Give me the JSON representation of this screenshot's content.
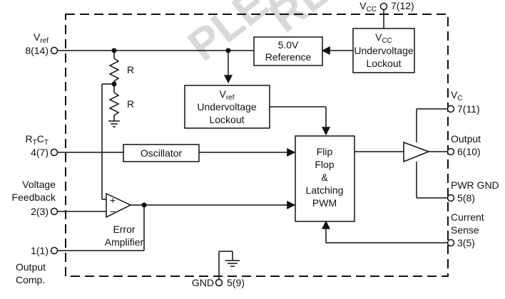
{
  "watermark": {
    "line1": "PLEASE",
    "line2": "REF"
  },
  "pins": {
    "vcc": {
      "name": "VCC",
      "name_main": "V",
      "name_sub": "CC",
      "number": "7(12)"
    },
    "vref": {
      "name": "Vref",
      "name_main": "V",
      "name_sub": "ref",
      "number": "8(14)"
    },
    "rtct": {
      "name": "RTCT",
      "r": "R",
      "r_sub": "T",
      "c": "C",
      "c_sub": "T",
      "number": "4(7)"
    },
    "voltage_feedback": {
      "line1": "Voltage",
      "line2": "Feedback",
      "number": "2(3)"
    },
    "output_comp": {
      "number": "1(1)",
      "line1": "Output",
      "line2": "Comp."
    },
    "vc": {
      "name": "VC",
      "name_main": "V",
      "name_sub": "C",
      "number": "7(11)"
    },
    "output": {
      "name": "Output",
      "number": "6(10)"
    },
    "pwr_gnd": {
      "name": "PWR GND",
      "number": "5(8)"
    },
    "current_sense": {
      "line1": "Current",
      "line2": "Sense",
      "number": "3(5)"
    },
    "gnd": {
      "name": "GND",
      "number": "5(9)"
    }
  },
  "blocks": {
    "reference": {
      "line1": "5.0V",
      "line2": "Reference"
    },
    "vcc_uvlo": {
      "line1_main": "V",
      "line1_sub": "CC",
      "line2": "Undervoltage",
      "line3": "Lockout"
    },
    "vref_uvlo": {
      "line1_main": "V",
      "line1_sub": "ref",
      "line2": "Undervoltage",
      "line3": "Lockout"
    },
    "oscillator": {
      "label": "Oscillator"
    },
    "latch": {
      "line1": "Flip",
      "line2": "Flop",
      "line3": "&",
      "line4": "Latching",
      "line5": "PWM"
    }
  },
  "resistors": {
    "top": "R",
    "bottom": "R"
  },
  "error_amp": {
    "plus": "+",
    "minus": "−",
    "line1": "Error",
    "line2": "Amplifier"
  }
}
